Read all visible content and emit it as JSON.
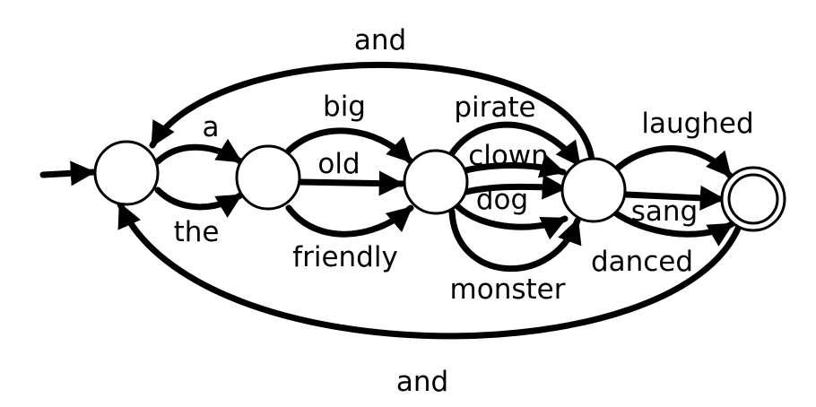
{
  "diagram": {
    "type": "finite-state-automaton",
    "colors": {
      "ink": "#000000",
      "background": "#ffffff"
    },
    "states": [
      {
        "id": "s0",
        "start": true,
        "accepting": false
      },
      {
        "id": "s1",
        "start": false,
        "accepting": false
      },
      {
        "id": "s2",
        "start": false,
        "accepting": false
      },
      {
        "id": "s3",
        "start": false,
        "accepting": false
      },
      {
        "id": "s4",
        "start": false,
        "accepting": true
      }
    ],
    "edges": [
      {
        "id": "a",
        "from": "s0",
        "to": "s1",
        "label": "a"
      },
      {
        "id": "the",
        "from": "s0",
        "to": "s1",
        "label": "the"
      },
      {
        "id": "big",
        "from": "s1",
        "to": "s2",
        "label": "big"
      },
      {
        "id": "old",
        "from": "s1",
        "to": "s2",
        "label": "old"
      },
      {
        "id": "friendly",
        "from": "s1",
        "to": "s2",
        "label": "friendly"
      },
      {
        "id": "pirate",
        "from": "s2",
        "to": "s3",
        "label": "pirate"
      },
      {
        "id": "clown",
        "from": "s2",
        "to": "s3",
        "label": "clown"
      },
      {
        "id": "dog",
        "from": "s2",
        "to": "s3",
        "label": "dog"
      },
      {
        "id": "monster",
        "from": "s2",
        "to": "s3",
        "label": "monster"
      },
      {
        "id": "laughed",
        "from": "s3",
        "to": "s4",
        "label": "laughed"
      },
      {
        "id": "sang",
        "from": "s3",
        "to": "s4",
        "label": "sang"
      },
      {
        "id": "danced",
        "from": "s3",
        "to": "s4",
        "label": "danced"
      },
      {
        "id": "and_top",
        "from": "s3",
        "to": "s0",
        "label": "and"
      },
      {
        "id": "and_bottom",
        "from": "s4",
        "to": "s0",
        "label": "and"
      }
    ]
  }
}
